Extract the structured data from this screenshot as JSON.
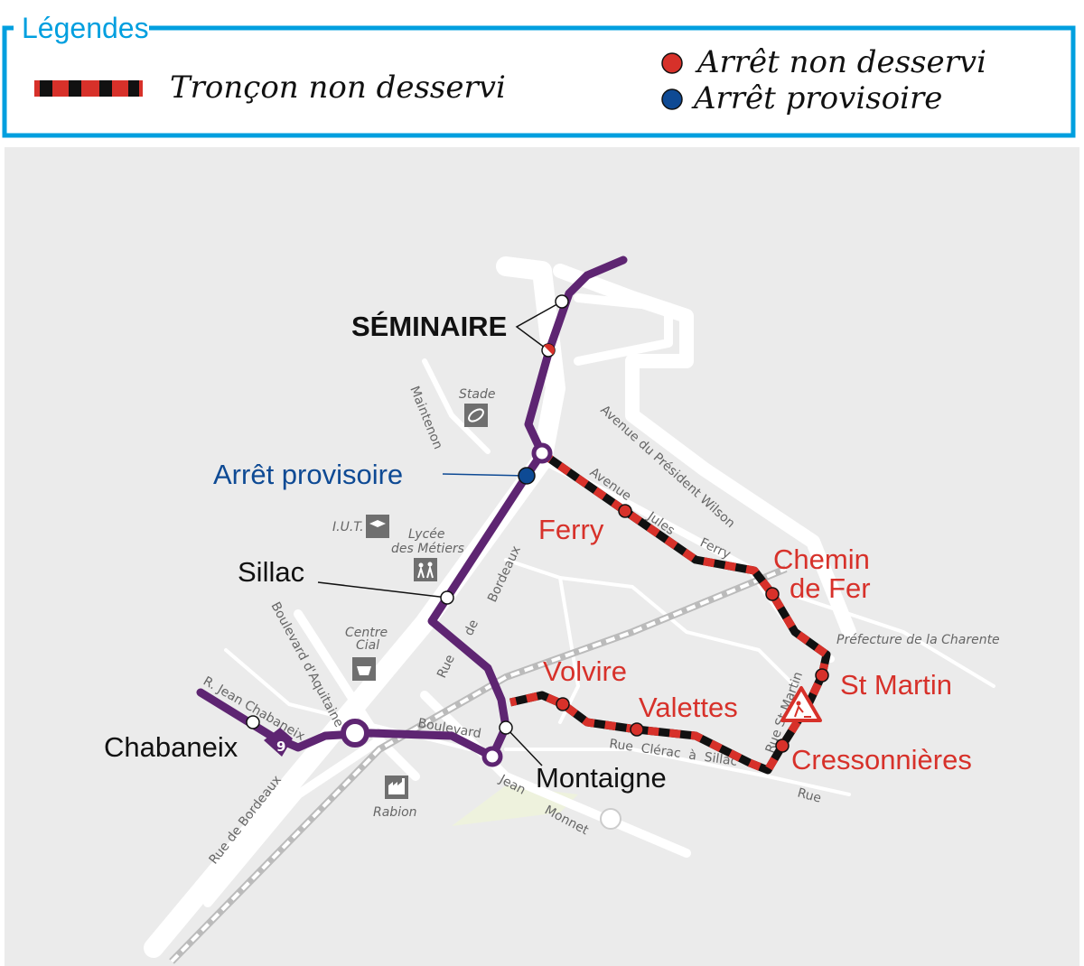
{
  "legend": {
    "title": "Légendes",
    "section_label": "Tronçon non desservi",
    "stop_not_served_label": "Arrêt non desservi",
    "temporary_stop_label": "Arrêt provisoire",
    "colors": {
      "frame": "#009fdf",
      "not_served": "#d7312a",
      "temporary": "#0e4a94",
      "line": "#5e2572"
    }
  },
  "map": {
    "line_number": "9",
    "stations": {
      "seminaire": "SÉMINAIRE",
      "arret_provisoire": "Arrêt provisoire",
      "sillac": "Sillac",
      "chabaneix": "Chabaneix",
      "montaigne": "Montaigne",
      "ferry": "Ferry",
      "chemin_de_fer_1": "Chemin",
      "chemin_de_fer_2": "de Fer",
      "st_martin": "St Martin",
      "volvire": "Volvire",
      "valettes": "Valettes",
      "cressonnieres": "Cressonnières"
    },
    "streets": {
      "president_wilson": "Avenue du Président Wilson",
      "jules_ferry_1": "Avenue",
      "jules_ferry_2": "Jules",
      "jules_ferry_3": "Ferry",
      "maintenon": "Maintenon",
      "bordeaux_1": "Bordeaux",
      "bordeaux_2": "de",
      "bordeaux_3": "Rue",
      "aquitaine": "Boulevard d'Aquitaine",
      "chabaneix": "R. Jean Chabaneix",
      "boulevard": "Boulevard",
      "jean": "Jean",
      "monnet": "Monnet",
      "rue_de_bordeaux": "Rue de Bordeaux",
      "clerac": "Rue  Clérac  à  Sillac",
      "st_martin": "Rue St Martin",
      "rue": "Rue",
      "prefecture": "Préfecture de la Charente"
    },
    "pois": {
      "stade": "Stade",
      "iut": "I.U.T.",
      "lycee_1": "Lycée",
      "lycee_2": "des Métiers",
      "centre_1": "Centre",
      "centre_2": "Cial",
      "rabion": "Rabion"
    }
  }
}
